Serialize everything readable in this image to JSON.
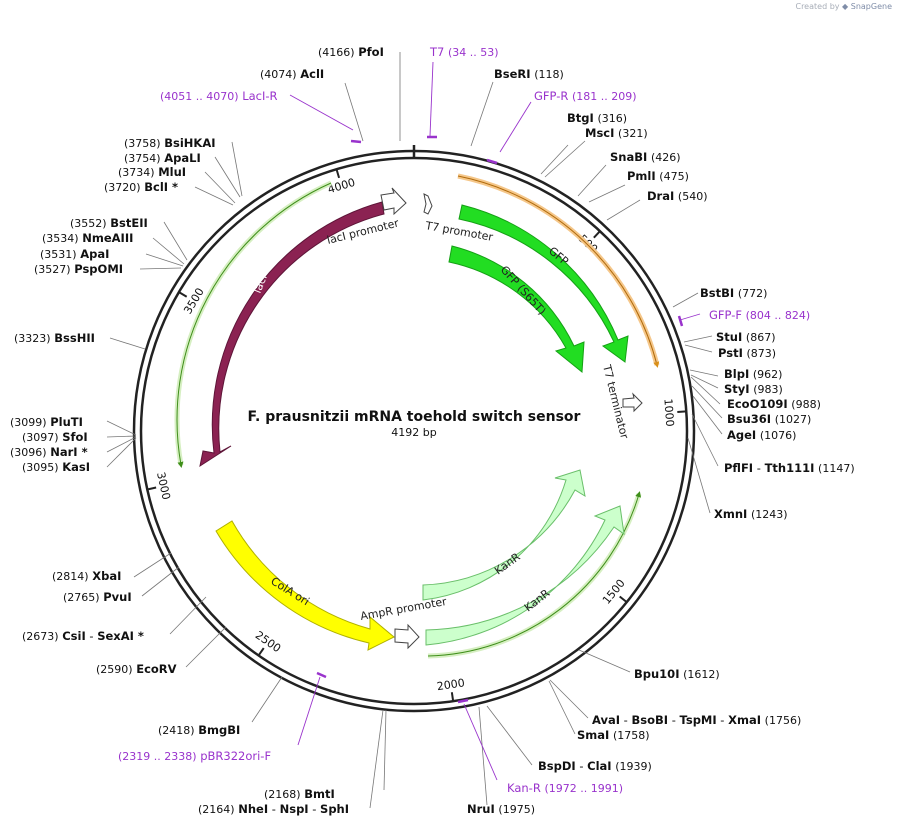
{
  "watermark": {
    "prefix": "Created by",
    "brand": "SnapGene"
  },
  "title": "F. prausnitzii mRNA toehold switch sensor",
  "length_label": "4192 bp",
  "total_bp": 4192,
  "ruler_ticks": [
    "500",
    "1000",
    "1500",
    "2000",
    "2500",
    "3000",
    "3500",
    "4000"
  ],
  "colors": {
    "backbone": "#222222",
    "primer": "#9933cc",
    "gfp": "#22dd22",
    "lacI": "#8b2252",
    "colA": "#ffff00",
    "kanR": "#ccffcc",
    "promoter": "#ffffff",
    "orange_highlight": "#f5a623",
    "green_highlight": "#6abf2a"
  },
  "features": [
    {
      "name": "lacI",
      "type": "cds"
    },
    {
      "name": "lacI promoter",
      "type": "promoter"
    },
    {
      "name": "T7 promoter",
      "type": "promoter"
    },
    {
      "name": "GFP",
      "type": "cds"
    },
    {
      "name": "GFP (S65T)",
      "type": "cds"
    },
    {
      "name": "T7 terminator",
      "type": "terminator"
    },
    {
      "name": "KanR",
      "type": "cds"
    },
    {
      "name": "KanR",
      "type": "cds"
    },
    {
      "name": "AmpR promoter",
      "type": "promoter"
    },
    {
      "name": "ColA ori",
      "type": "rep_origin"
    }
  ],
  "sites": [
    {
      "name": "PfoI",
      "pos": "(4166)"
    },
    {
      "name": "AclI",
      "pos": "(4074)"
    },
    {
      "name": "BseRI",
      "pos": "(118)"
    },
    {
      "name": "BtgI",
      "pos": "(316)"
    },
    {
      "name": "MscI",
      "pos": "(321)"
    },
    {
      "name": "SnaBI",
      "pos": "(426)"
    },
    {
      "name": "PmlI",
      "pos": "(475)"
    },
    {
      "name": "DraI",
      "pos": "(540)"
    },
    {
      "name": "BstBI",
      "pos": "(772)"
    },
    {
      "name": "StuI",
      "pos": "(867)"
    },
    {
      "name": "PstI",
      "pos": "(873)"
    },
    {
      "name": "BlpI",
      "pos": "(962)"
    },
    {
      "name": "StyI",
      "pos": "(983)"
    },
    {
      "name": "EcoO109I",
      "pos": "(988)"
    },
    {
      "name": "Bsu36I",
      "pos": "(1027)"
    },
    {
      "name": "AgeI",
      "pos": "(1076)"
    },
    {
      "name": "PflFI",
      "name2": "Tth111I",
      "pos": "(1147)"
    },
    {
      "name": "XmnI",
      "pos": "(1243)"
    },
    {
      "name": "Bpu10I",
      "pos": "(1612)"
    },
    {
      "name": "AvaI",
      "name2": "BsoBI",
      "name3": "TspMI",
      "name4": "XmaI",
      "pos": "(1756)"
    },
    {
      "name": "SmaI",
      "pos": "(1758)"
    },
    {
      "name": "BspDI",
      "name2": "ClaI",
      "pos": "(1939)"
    },
    {
      "name": "NruI",
      "pos": "(1975)"
    },
    {
      "name": "BmtI",
      "pos": "(2168)"
    },
    {
      "name": "NheI",
      "name2": "NspI",
      "name3": "SphI",
      "pos": "(2164)"
    },
    {
      "name": "BmgBI",
      "pos": "(2418)"
    },
    {
      "name": "EcoRV",
      "pos": "(2590)"
    },
    {
      "name": "CsiI",
      "name2": "SexAI *",
      "pos": "(2673)"
    },
    {
      "name": "PvuI",
      "pos": "(2765)"
    },
    {
      "name": "XbaI",
      "pos": "(2814)"
    },
    {
      "name": "KasI",
      "pos": "(3095)"
    },
    {
      "name": "NarI *",
      "pos": "(3096)"
    },
    {
      "name": "SfoI",
      "pos": "(3097)"
    },
    {
      "name": "PluTI",
      "pos": "(3099)"
    },
    {
      "name": "BssHII",
      "pos": "(3323)"
    },
    {
      "name": "PspOMI",
      "pos": "(3527)"
    },
    {
      "name": "ApaI",
      "pos": "(3531)"
    },
    {
      "name": "NmeAIII",
      "pos": "(3534)"
    },
    {
      "name": "BstEII",
      "pos": "(3552)"
    },
    {
      "name": "BclI *",
      "pos": "(3720)"
    },
    {
      "name": "MluI",
      "pos": "(3734)"
    },
    {
      "name": "ApaLI",
      "pos": "(3754)"
    },
    {
      "name": "BsiHKAI",
      "pos": "(3758)"
    }
  ],
  "primers": [
    {
      "name": "T7",
      "range": "(34 .. 53)"
    },
    {
      "name": "LacI-R",
      "range": "(4051 .. 4070)"
    },
    {
      "name": "GFP-R",
      "range": "(181 .. 209)"
    },
    {
      "name": "GFP-F",
      "range": "(804 .. 824)"
    },
    {
      "name": "Kan-R",
      "range": "(1972 .. 1991)"
    },
    {
      "name": "pBR322ori-F",
      "range": "(2319 .. 2338)"
    }
  ]
}
